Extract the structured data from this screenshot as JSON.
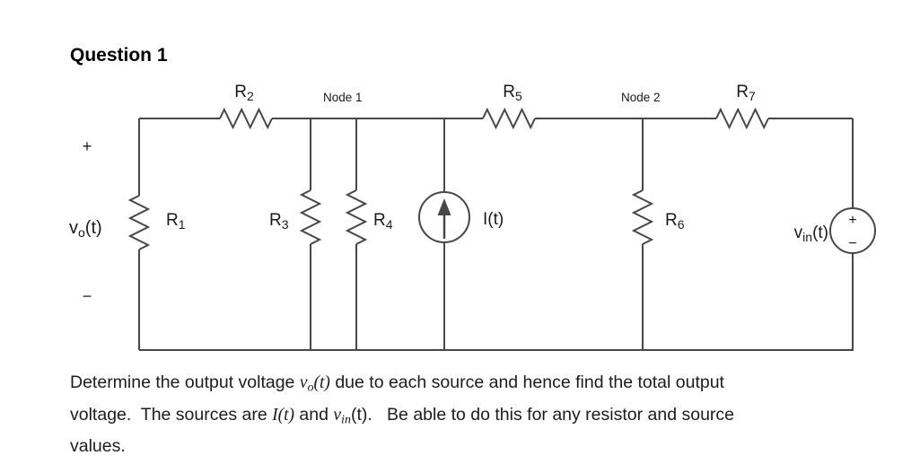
{
  "title": "Question 1",
  "colors": {
    "wire": "#474747",
    "text": "#1a1a1a"
  },
  "circuit": {
    "node1": "Node 1",
    "node2": "Node 2",
    "resistors": {
      "r1": {
        "base": "R",
        "sub": "1"
      },
      "r2": {
        "base": "R",
        "sub": "2"
      },
      "r3": {
        "base": "R",
        "sub": "3"
      },
      "r4": {
        "base": "R",
        "sub": "4"
      },
      "r5": {
        "base": "R",
        "sub": "5"
      },
      "r6": {
        "base": "R",
        "sub": "6"
      },
      "r7": {
        "base": "R",
        "sub": "7"
      }
    },
    "vo": {
      "base": "v",
      "sub": "o",
      "paren": "(t)"
    },
    "vin": {
      "base": "v",
      "sub": "in",
      "paren": "(t)"
    },
    "isrc_label": "I(t)",
    "plus_left": "+",
    "minus_left": "−",
    "src_plus": "+",
    "src_minus": "−"
  },
  "problem": {
    "line1": {
      "seg1": "Determine the output voltage ",
      "math_base": "v",
      "math_sub": "o",
      "math_paren": "(t)",
      "seg2": " due to each source and hence find the total output"
    },
    "line2": {
      "seg1": "voltage.  The sources are ",
      "math1": "I(t)",
      "seg2": " and ",
      "math2_base": "v",
      "math2_sub": "in",
      "math2_paren": "(t)",
      "seg3": ".   Be able to do this for any resistor and source"
    },
    "line3": "values."
  }
}
